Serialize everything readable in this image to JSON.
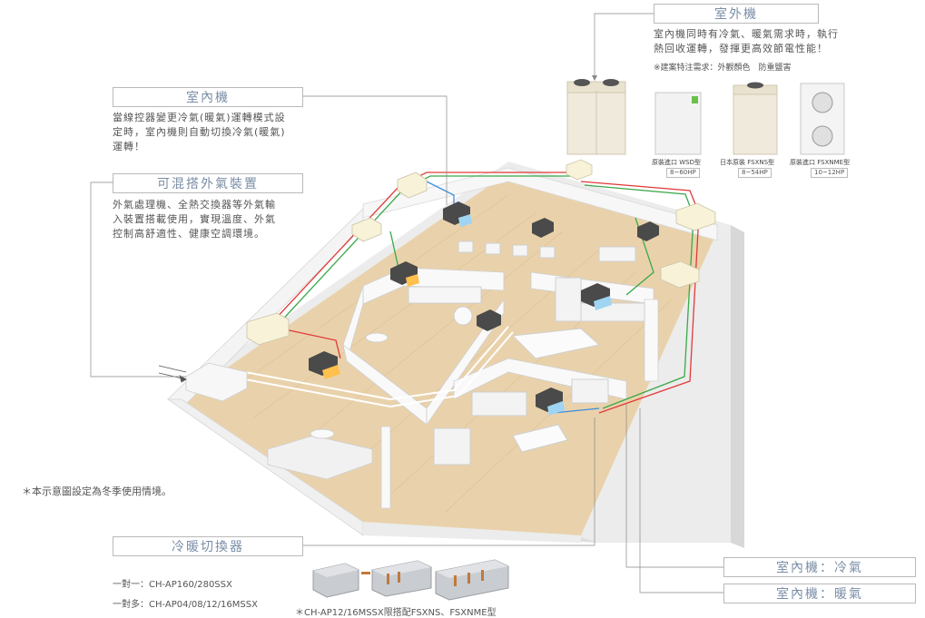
{
  "outdoor": {
    "title": "室外機",
    "desc_line1": "室內機同時有冷氣、暖氣需求時，執行",
    "desc_line2": "熱回收運轉，發揮更高效節電性能！",
    "note": "※建案特注需求：外觀顏色　防重鹽害",
    "models": [
      {
        "name": "原裝進口 WSD型",
        "hp": "8~60HP"
      },
      {
        "name": "日本原裝 FSXNS型",
        "hp": "8~54HP"
      },
      {
        "name": "原裝進口 FSXNME型",
        "hp": "10~12HP"
      }
    ]
  },
  "indoor": {
    "title": "室內機",
    "desc_line1": "當線控器變更冷氣(暖氣)運轉模式設",
    "desc_line2": "定時，室內機則自動切換冷氣(暖氣)",
    "desc_line3": "運轉！"
  },
  "fresh_air": {
    "title": "可混搭外氣裝置",
    "desc_line1": "外氣處理機、全熱交換器等外氣輸",
    "desc_line2": "入裝置搭載使用，實現溫度、外氣",
    "desc_line3": "控制高舒適性、健康空調環境。"
  },
  "winter_note": "＊本示意圖設定為冬季使用情境。",
  "switcher": {
    "title": "冷暖切換器",
    "line1": "一對一：CH-AP160/280SSX",
    "line2": "一對多：CH-AP04/08/12/16MSSX",
    "footnote": "＊CH-AP12/16MSSX限搭配FSXNS、FSXNME型"
  },
  "legend": {
    "cool": "室內機：冷氣",
    "heat": "室內機：暖氣"
  },
  "colors": {
    "label_text": "#7a8ea6",
    "pipe_red": "#e03a3a",
    "pipe_green": "#3aa84a",
    "pipe_blue": "#3a8ee0",
    "floor": "#e8cfa6",
    "wall": "#f2f2f2"
  }
}
